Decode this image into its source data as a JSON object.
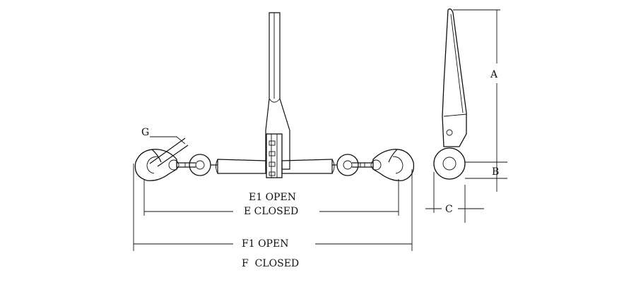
{
  "labels": {
    "g": "G",
    "a": "A",
    "b": "B",
    "c": "C",
    "e1": "E1 OPEN",
    "e": "E CLOSED",
    "f1": "F1 OPEN",
    "f": "F  CLOSED"
  },
  "colors": {
    "line": "#111111",
    "background": "#ffffff"
  }
}
